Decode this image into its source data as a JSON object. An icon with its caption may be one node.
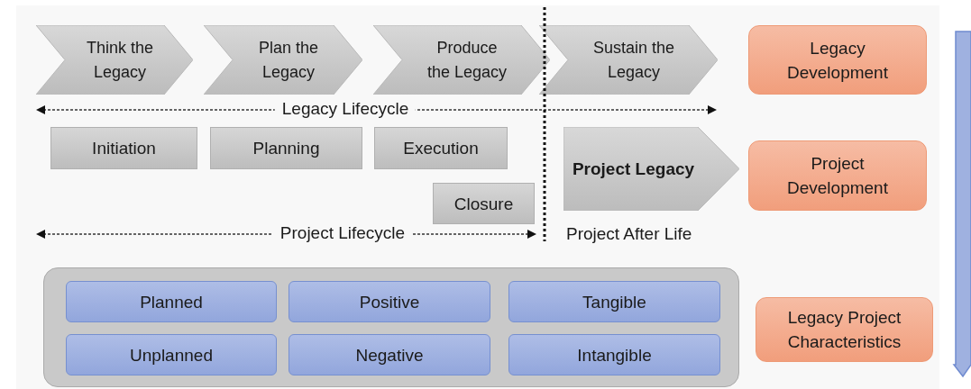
{
  "diagram": {
    "nodes": [
      {
        "text": [
          "Think the Legacy"
        ]
      },
      {
        "text": [
          "Plan the Legacy"
        ]
      },
      {
        "text": [
          "Produce the Legacy"
        ]
      },
      {
        "text": [
          "Sustain the Legacy"
        ]
      },
      {
        "text": [
          "Legacy Development"
        ]
      },
      {
        "text": [
          "Initiation"
        ]
      },
      {
        "text": [
          "Planning"
        ]
      },
      {
        "text": [
          "Execution"
        ]
      },
      {
        "text": [
          "Closure"
        ]
      },
      {
        "text": [
          "Project Legacy"
        ]
      },
      {
        "text": [
          "Project Development"
        ]
      },
      {
        "text": [],
        "shape": "box"
      },
      {
        "text": [
          "Planned"
        ],
        "in": 11
      },
      {
        "text": [
          "Positive"
        ],
        "in": 11
      },
      {
        "text": [
          "Tangible"
        ],
        "in": 11
      },
      {
        "text": [
          "Unplanned"
        ],
        "in": 11
      },
      {
        "text": [
          "Negative"
        ],
        "in": 11
      },
      {
        "text": [
          "Intangible"
        ],
        "in": 11
      },
      {
        "text": [
          "Legacy Project Characteristics"
        ]
      }
    ],
    "labels": [
      "Legacy Lifecycle",
      "Project Lifecycle",
      "Project After Life"
    ]
  }
}
